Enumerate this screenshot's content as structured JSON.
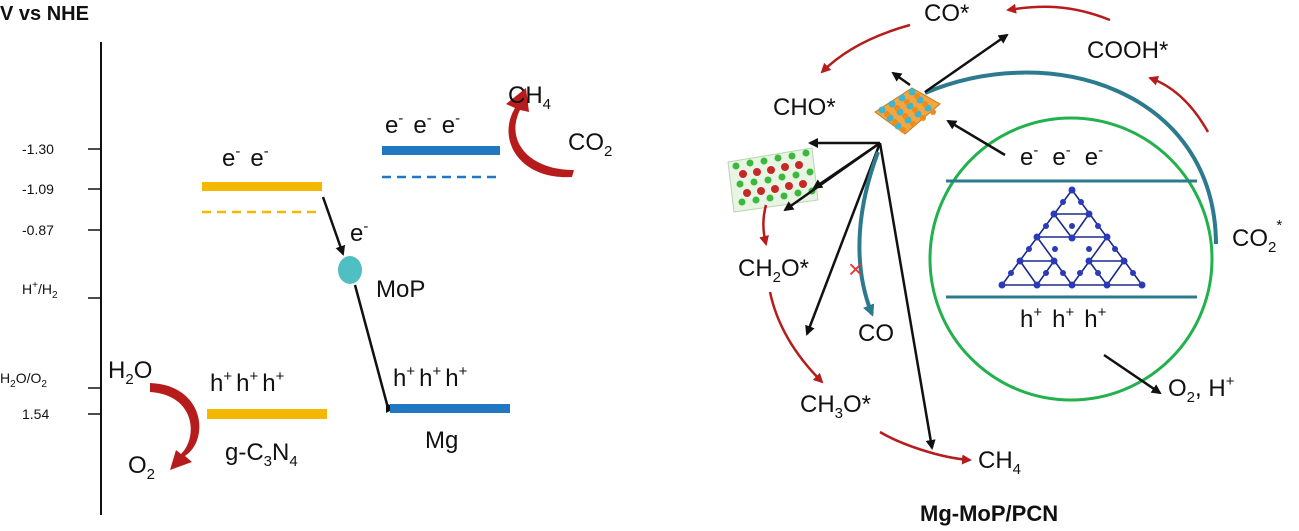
{
  "axis": {
    "title": "V vs NHE",
    "ticks": [
      {
        "label": "-1.30"
      },
      {
        "label": "-1.09"
      },
      {
        "label": "-0.87"
      },
      {
        "label": "H",
        "sup": "+",
        "tail": "/H",
        "sub": "2"
      },
      {
        "label": "H",
        "sub": "2",
        "tail": "O/O",
        "sub2": "2"
      },
      {
        "label": "1.54"
      }
    ]
  },
  "left": {
    "gcn": {
      "e_labels": [
        "e",
        "e"
      ],
      "h_labels": [
        "h",
        "h",
        "h"
      ],
      "name_parts": [
        "g-C",
        "3",
        "N",
        "4"
      ]
    },
    "mop": {
      "electron": "e",
      "name": "MoP"
    },
    "mg": {
      "e_labels": [
        "e",
        "e",
        "e"
      ],
      "h_labels": [
        "h",
        "h",
        "h"
      ],
      "name": "Mg"
    },
    "ch4": {
      "base": "CH",
      "sub": "4"
    },
    "co2": {
      "base": "CO",
      "sub": "2"
    },
    "h2o": {
      "pre": "H",
      "sub": "2",
      "post": "O"
    },
    "o2": {
      "base": "O",
      "sub": "2"
    },
    "minus": "-",
    "plus": "+"
  },
  "right": {
    "co_star": "CO*",
    "cooh_star": "COOH*",
    "cho_star": "CHO*",
    "ch2o_star": {
      "pre": "CH",
      "sub": "2",
      "post": "O*"
    },
    "co": "CO",
    "ch3o_star": {
      "pre": "CH",
      "sub": "3",
      "post": "O*"
    },
    "ch4": {
      "base": "CH",
      "sub": "4"
    },
    "co2_star": {
      "base": "CO",
      "sub": "2",
      "sup": "*"
    },
    "e_labels": [
      "e",
      "e",
      "e"
    ],
    "h_labels": [
      "h",
      "h",
      "h"
    ],
    "o2_h": {
      "pre": "O",
      "sub": "2",
      "post": ", H",
      "sup": "+"
    },
    "blocked_mark": "×",
    "caption": "Mg-MoP/PCN"
  },
  "colors": {
    "gcn_band": "#f5b800",
    "mg_band": "#1f78c1",
    "red_arrow": "#b71c1c",
    "green_circle": "#22b14c",
    "teal": "#2c7a8e",
    "black": "#111111"
  }
}
